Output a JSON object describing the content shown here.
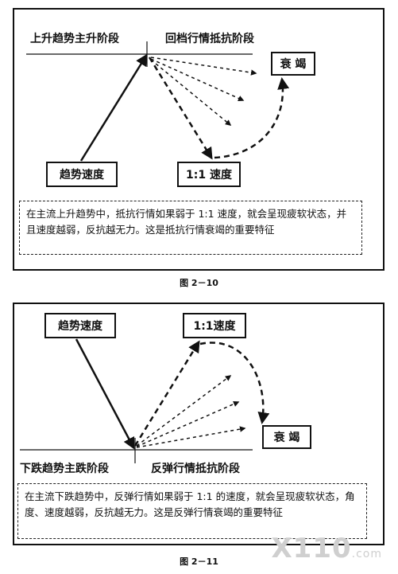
{
  "fig1": {
    "label_left": "上升趋势主升阶段",
    "label_right": "回档行情抵抗阶段",
    "box_speed": "趋势速度",
    "box_ratio": "1:1 速度",
    "box_exhaust": "衰 竭",
    "note": "在主流上升趋势中，抵抗行情如果弱于 1:1 速度，就会呈现疲软状态，并且速度越弱，反抗越无力。这是抵抗行情衰竭的重要特征",
    "caption": "图 2－10"
  },
  "fig2": {
    "box_speed": "趋势速度",
    "box_ratio": "1:1速度",
    "box_exhaust": "衰 竭",
    "label_left": "下跌趋势主跌阶段",
    "label_right": "反弹行情抵抗阶段",
    "note": "在主流下跌趋势中，反弹行情如果弱于 1:1 的速度，就会呈现疲软状态，角度、速度越弱，反抗越无力。这是反弹行情衰竭的重要特征",
    "caption": "图 2－11"
  },
  "watermark": {
    "main": "X110",
    "sub": ".com"
  }
}
